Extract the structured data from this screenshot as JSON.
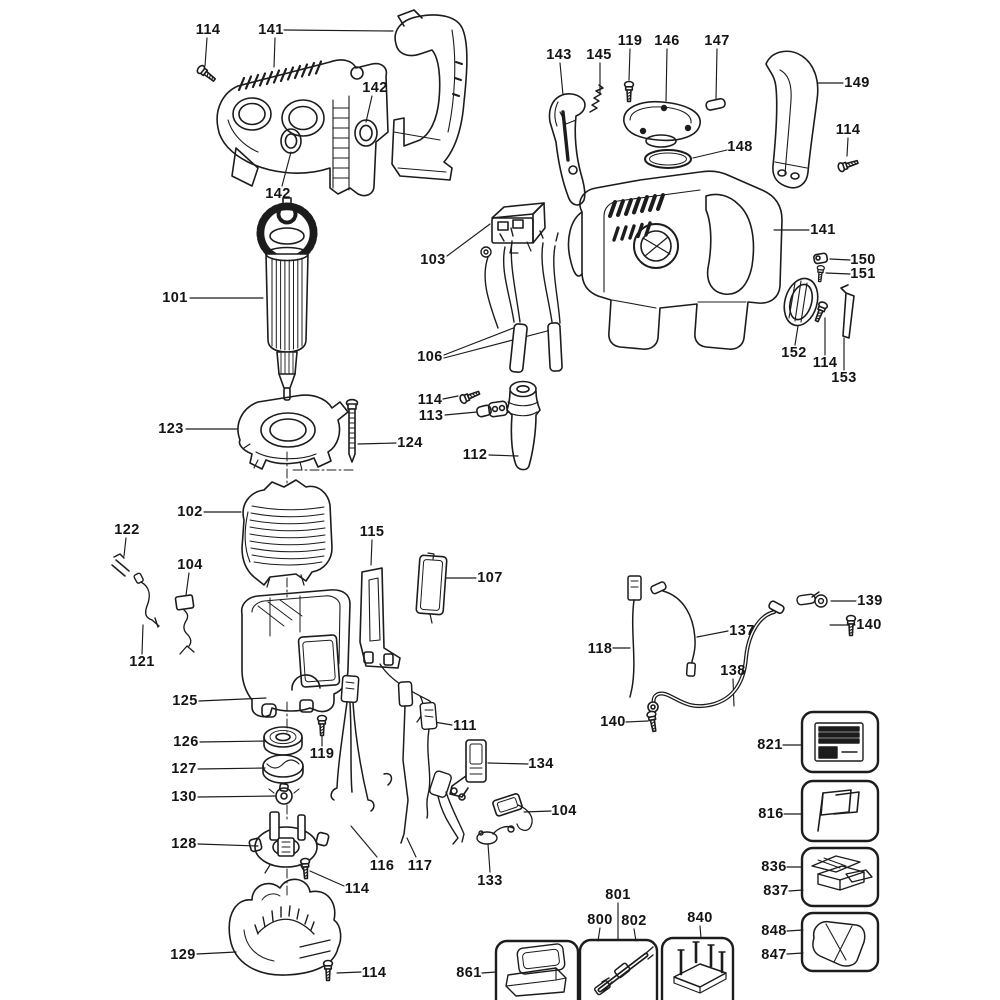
{
  "diagram": {
    "description": "Exploded parts diagram of a demolition / rotary hammer power tool with numbered part callouts and accessory boxes",
    "background_color": "#ffffff",
    "line_color": "#1c1c1c",
    "label_color": "#141414",
    "callouts": [
      {
        "ref": "114"
      },
      {
        "ref": "141"
      },
      {
        "ref": "142"
      },
      {
        "ref": "142"
      },
      {
        "ref": "143"
      },
      {
        "ref": "145"
      },
      {
        "ref": "119"
      },
      {
        "ref": "146"
      },
      {
        "ref": "147"
      },
      {
        "ref": "148"
      },
      {
        "ref": "149"
      },
      {
        "ref": "114"
      },
      {
        "ref": "141"
      },
      {
        "ref": "150"
      },
      {
        "ref": "151"
      },
      {
        "ref": "152"
      },
      {
        "ref": "114"
      },
      {
        "ref": "153"
      },
      {
        "ref": "101"
      },
      {
        "ref": "103"
      },
      {
        "ref": "106"
      },
      {
        "ref": "114"
      },
      {
        "ref": "113"
      },
      {
        "ref": "112"
      },
      {
        "ref": "123"
      },
      {
        "ref": "124"
      },
      {
        "ref": "102"
      },
      {
        "ref": "122"
      },
      {
        "ref": "104"
      },
      {
        "ref": "121"
      },
      {
        "ref": "115"
      },
      {
        "ref": "107"
      },
      {
        "ref": "118"
      },
      {
        "ref": "137"
      },
      {
        "ref": "139"
      },
      {
        "ref": "140"
      },
      {
        "ref": "138"
      },
      {
        "ref": "140"
      },
      {
        "ref": "125"
      },
      {
        "ref": "126"
      },
      {
        "ref": "127"
      },
      {
        "ref": "130"
      },
      {
        "ref": "119"
      },
      {
        "ref": "128"
      },
      {
        "ref": "111"
      },
      {
        "ref": "134"
      },
      {
        "ref": "104"
      },
      {
        "ref": "116"
      },
      {
        "ref": "117"
      },
      {
        "ref": "133"
      },
      {
        "ref": "114"
      },
      {
        "ref": "129"
      },
      {
        "ref": "114"
      },
      {
        "ref": "821"
      },
      {
        "ref": "816"
      },
      {
        "ref": "836"
      },
      {
        "ref": "837"
      },
      {
        "ref": "848"
      },
      {
        "ref": "847"
      },
      {
        "ref": "861"
      },
      {
        "ref": "800"
      },
      {
        "ref": "801"
      },
      {
        "ref": "802"
      },
      {
        "ref": "840"
      }
    ]
  }
}
